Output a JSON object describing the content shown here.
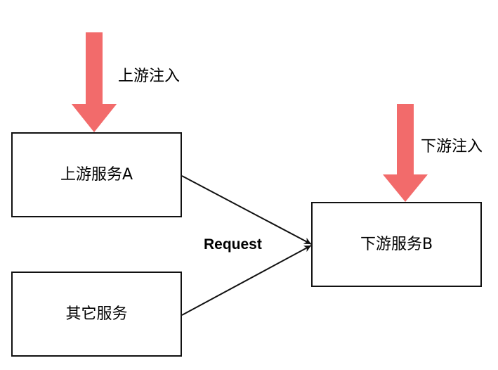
{
  "diagram": {
    "nodes": {
      "upstream_service": "上游服务A",
      "other_service": "其它服务",
      "downstream_service": "下游服务B"
    },
    "injections": {
      "upstream": "上游注入",
      "downstream": "下游注入"
    },
    "edge_label": "Request",
    "colors": {
      "injection_arrow": "#F26B6B",
      "connector": "#111111"
    }
  }
}
